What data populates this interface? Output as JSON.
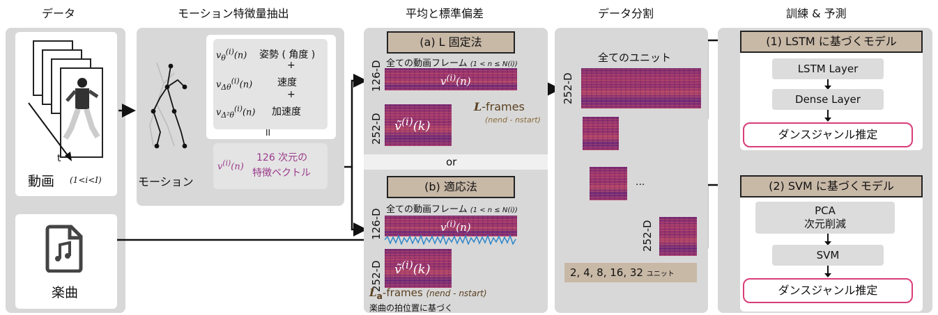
{
  "columns": {
    "data": "データ",
    "motion_extract": "モーション特徴量抽出",
    "mean_std": "平均と標準偏差",
    "split": "データ分割",
    "train_predict": "訓練 & 予測"
  },
  "data_panel": {
    "video_label": "動画",
    "video_range": "(1<i<I)",
    "t_label": "t",
    "music_label": "楽曲"
  },
  "motion_panel": {
    "motion_label": "モーション",
    "v_theta": "v",
    "feat_pose": "姿勢 ( 角度 )",
    "plus1": "+",
    "feat_velocity": "速度",
    "plus2": "+",
    "feat_accel": "加速度",
    "equals": "II",
    "vec_line1": "126 次元の",
    "vec_line2": "特徴ベクトル"
  },
  "mean_panel": {
    "method_a": "(a)  L 固定法",
    "method_b": "(b)  適応法",
    "all_frames": "全ての動画フレーム",
    "frame_range": "(1 < n ≤ N(i))",
    "dim126": "126-D",
    "dim252": "252-D",
    "vn": "v(i)(n)",
    "vk": "ṽ(i)(k)",
    "l_frames": "L-frames",
    "n_diff": "(nend - nstart)",
    "or": "or",
    "la_frames": "La-frames",
    "beat_note": "楽曲の拍位置に基づく"
  },
  "split_panel": {
    "all_units": "全てのユニット",
    "dim252": "252-D",
    "ellipsis": "...",
    "unit_counts": "2, 4, 8, 16, 32",
    "unit_word": "ユニット"
  },
  "train_panel": {
    "lstm_title": "(1)  LSTM に基づくモデル",
    "lstm_layer": "LSTM Layer",
    "dense_layer": "Dense Layer",
    "genre_est1": "ダンスジャンル推定",
    "svm_title": "(2)  SVM に基づくモデル",
    "pca_line1": "PCA",
    "pca_line2": "次元削減",
    "svm": "SVM",
    "genre_est2": "ダンスジャンル推定"
  },
  "colors": {
    "panel": "#d8d8d8",
    "brown_box": "#c8b8a6",
    "pink_border": "#d83c78",
    "purple_text": "#9a3a8a",
    "waveform": "#2e86c8"
  }
}
